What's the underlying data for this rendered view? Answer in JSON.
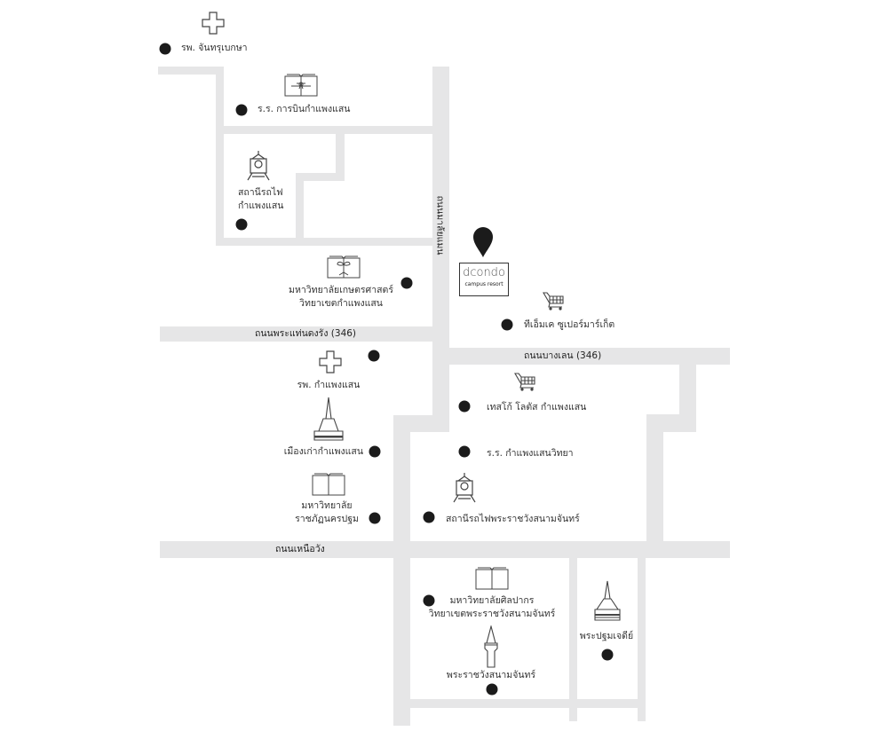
{
  "roads": {
    "malaiman": "ถนนมาลัยแมน",
    "phrataen": "ถนนพระแท่นดงรัง (346)",
    "banglen": "ถนนบางเลน (346)",
    "nuawang": "ถนนเหนือวัง"
  },
  "places": {
    "chanbeksa": "รพ. จันทรุเบกษา",
    "aviation_school": "ร.ร. การบินกำแพงแสน",
    "kps_station_1": "สถานีรถไฟ",
    "kps_station_2": "กำแพงแสน",
    "ku_1": "มหาวิทยาลัยเกษตรศาสตร์",
    "ku_2": "วิทยาเขตกำแพงแสน",
    "tmk": "ทีเอ็มเค ซูเปอร์มาร์เก็ต",
    "kps_hospital": "รพ. กำแพงแสน",
    "tesco": "เทสโก้ โลตัส กำแพงแสน",
    "old_city": "เมืองเก่ากำแพงแสน",
    "kps_school": "ร.ร. กำแพงแสนวิทยา",
    "npru_1": "มหาวิทยาลัย",
    "npru_2": "ราชภัฏนครปฐม",
    "snj_station": "สถานีรถไฟพระราชวังสนามจันทร์",
    "su_1": "มหาวิทยาลัยศิลปากร",
    "su_2": "วิทยาเขตพระราชวังสนามจันทร์",
    "palace": "พระราชวังสนามจันทร์",
    "chedi": "พระปฐมเจดีย์"
  },
  "brand": {
    "name": "dcondo",
    "tagline": "campus resort"
  },
  "colors": {
    "road": "#e6e6e7",
    "marker": "#1b1b1b",
    "text": "#333333"
  }
}
